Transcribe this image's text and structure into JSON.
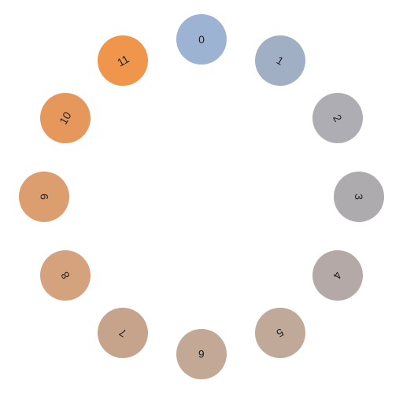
{
  "ring": {
    "items": [
      {
        "label": "0",
        "color": "#9DB3D3"
      },
      {
        "label": "1",
        "color": "#A0AFC3"
      },
      {
        "label": "2",
        "color": "#ADADB3"
      },
      {
        "label": "3",
        "color": "#AEABAE"
      },
      {
        "label": "4",
        "color": "#B4A9A6"
      },
      {
        "label": "5",
        "color": "#C0A998"
      },
      {
        "label": "6",
        "color": "#C2A895"
      },
      {
        "label": "7",
        "color": "#C6A48C"
      },
      {
        "label": "8",
        "color": "#D5A27E"
      },
      {
        "label": "9",
        "color": "#DC9E6F"
      },
      {
        "label": "10",
        "color": "#E6975C"
      },
      {
        "label": "11",
        "color": "#F0964C"
      }
    ]
  }
}
